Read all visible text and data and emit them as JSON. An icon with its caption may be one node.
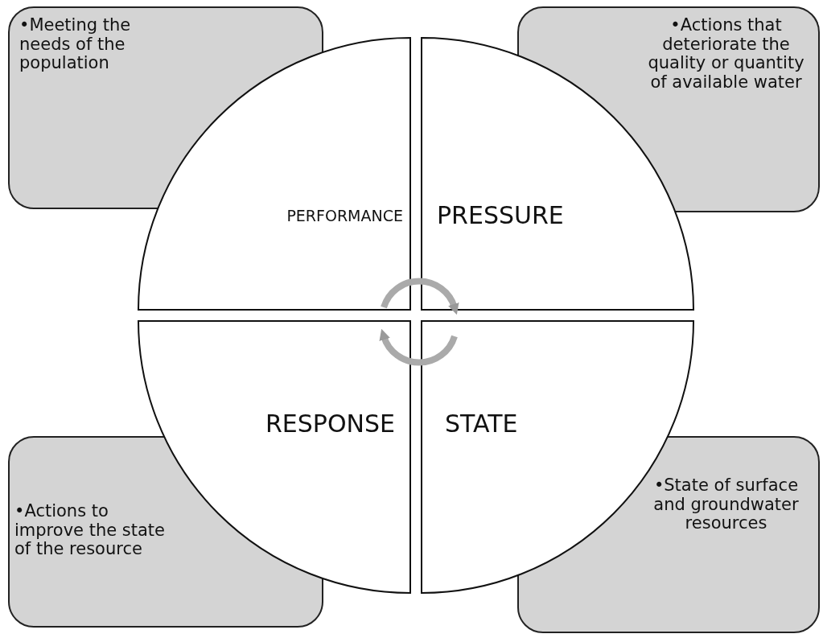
{
  "diagram": {
    "nodes": [
      {
        "text": [
          "•Meeting the needs of the population"
        ]
      },
      {
        "text": [
          "PERFORMANCE"
        ]
      },
      {
        "text": [
          "PRESSURE"
        ]
      },
      {
        "text": [
          "•Actions that deteriorate the quality or quantity of available water"
        ]
      },
      {
        "text": [
          "•Actions to improve the state of the resource"
        ]
      },
      {
        "text": [
          "RESPONSE"
        ]
      },
      {
        "text": [
          "STATE"
        ]
      },
      {
        "text": [
          "•State of surface and groundwater resources"
        ]
      }
    ],
    "edges": [
      {
        "from": 1,
        "to": 2,
        "arrow": "to"
      },
      {
        "from": 6,
        "to": 5,
        "arrow": "to"
      }
    ]
  }
}
